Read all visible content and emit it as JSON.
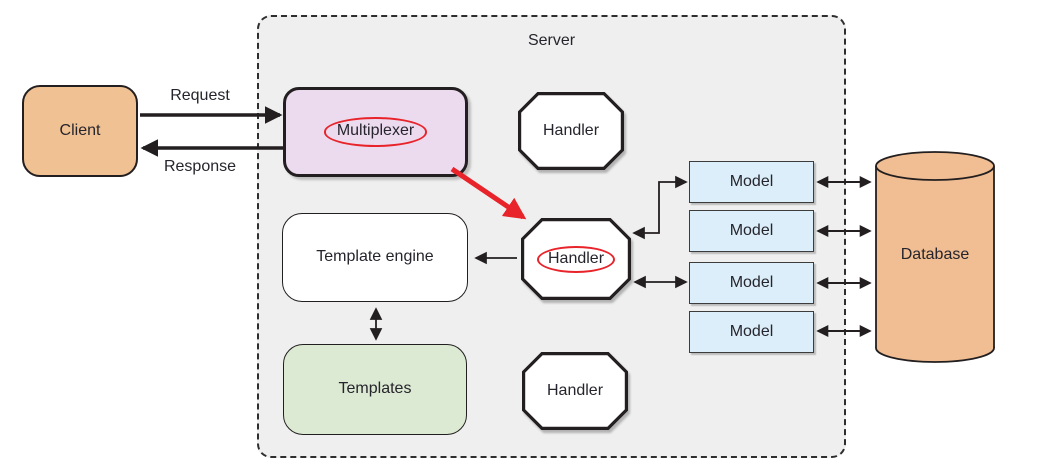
{
  "nodes": {
    "client": {
      "label": "Client"
    },
    "server": {
      "label": "Server"
    },
    "multiplexer": {
      "label": "Multiplexer",
      "highlighted": true
    },
    "handlers": [
      {
        "label": "Handler",
        "highlighted": false
      },
      {
        "label": "Handler",
        "highlighted": true
      },
      {
        "label": "Handler",
        "highlighted": false
      }
    ],
    "template_engine": {
      "label": "Template engine"
    },
    "templates": {
      "label": "Templates"
    },
    "models": [
      {
        "label": "Model"
      },
      {
        "label": "Model"
      },
      {
        "label": "Model"
      },
      {
        "label": "Model"
      }
    ],
    "database": {
      "label": "Database"
    }
  },
  "edges": {
    "request_label": "Request",
    "response_label": "Response"
  },
  "colors": {
    "canvas_bg": "#FFFFFF",
    "server_fill": "#EFEFEF",
    "client_fill": "#F0C192",
    "multiplexer_fill": "#ECDAEE",
    "templates_fill": "#DCEAD3",
    "model_fill": "#DBEEF9",
    "database_fill": "#F0BE92",
    "ink": "#26242C",
    "outline": "#231F20",
    "highlight_red": "#E8232A"
  }
}
